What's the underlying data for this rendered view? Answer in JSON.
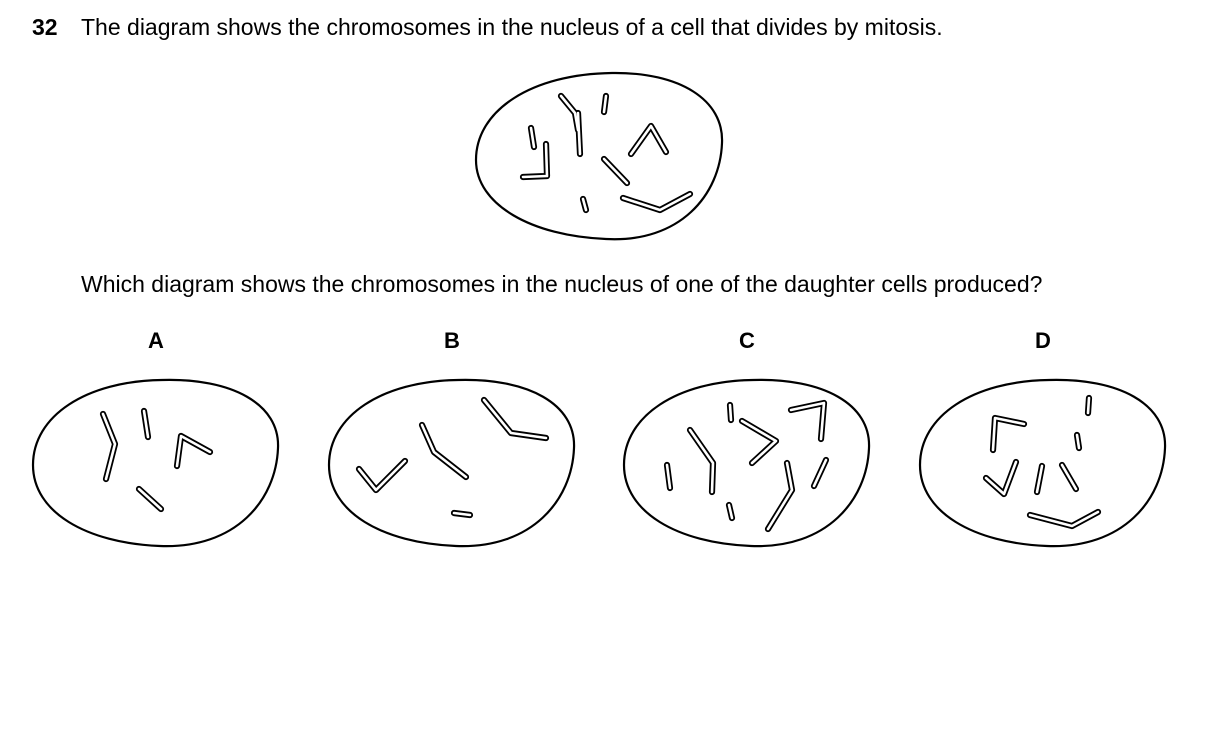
{
  "question": {
    "number": "32",
    "text": "The diagram shows the chromosomes in the nucleus of a cell that divides by mitosis.",
    "prompt": "Which diagram shows the chromosomes in the nucleus of one of the daughter cells produced?"
  },
  "options": [
    {
      "letter": "A"
    },
    {
      "letter": "B"
    },
    {
      "letter": "C"
    },
    {
      "letter": "D"
    }
  ],
  "colors": {
    "ink": "#000000",
    "background": "#ffffff"
  }
}
